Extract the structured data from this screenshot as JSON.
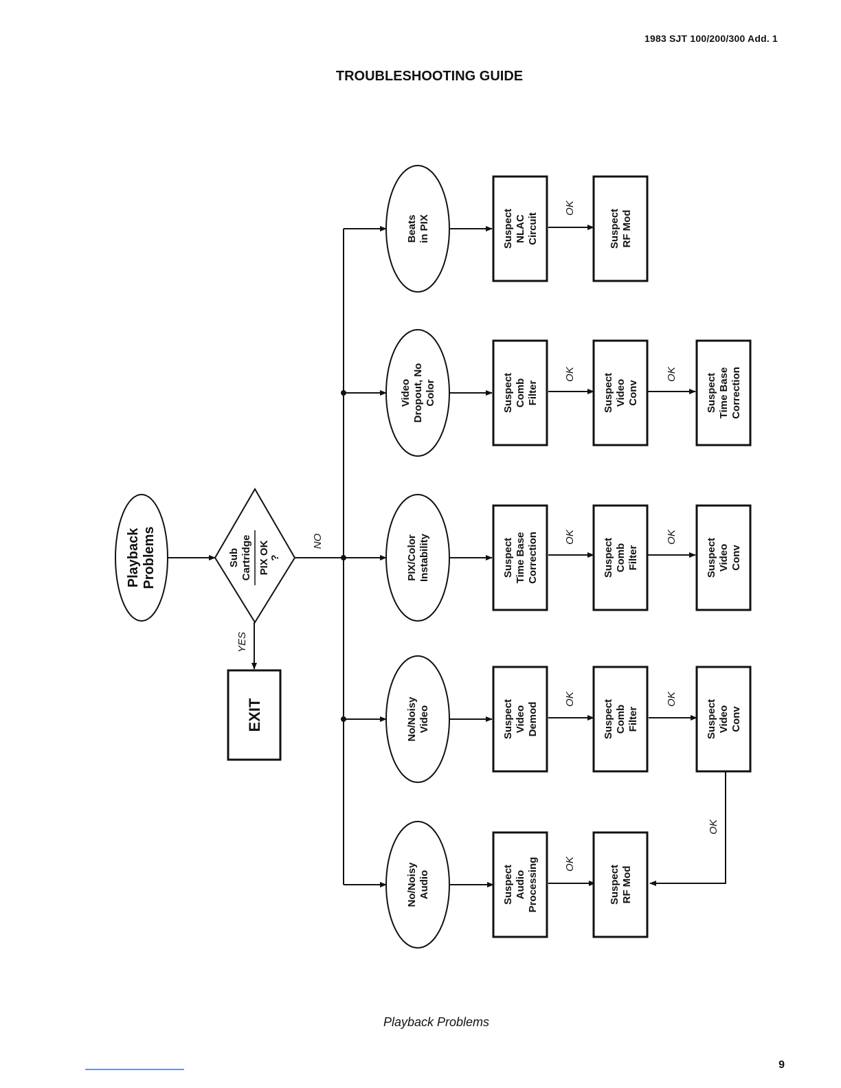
{
  "header": {
    "doc_id": "1983 SJT 100/200/300 Add. 1",
    "title": "TROUBLESHOOTING GUIDE"
  },
  "footer": {
    "caption": "Playback Problems",
    "page_number": "9"
  },
  "diagram": {
    "start": [
      "Playback",
      "Problems"
    ],
    "decision": [
      "Sub",
      "Cartridge",
      "PIX OK",
      "?"
    ],
    "exit": "EXIT",
    "labels": {
      "yes": "YES",
      "no": "NO",
      "ok": "OK"
    },
    "branches": [
      {
        "symptom": [
          "Beats",
          "in PIX"
        ],
        "steps": [
          [
            "Suspect",
            "NLAC",
            "Circuit"
          ],
          [
            "Suspect",
            "RF Mod"
          ]
        ]
      },
      {
        "symptom": [
          "Video",
          "Dropout, No",
          "Color"
        ],
        "steps": [
          [
            "Suspect",
            "Comb",
            "Filter"
          ],
          [
            "Suspect",
            "Video",
            "Conv"
          ],
          [
            "Suspect",
            "Time Base",
            "Correction"
          ]
        ]
      },
      {
        "symptom": [
          "PIX/Color",
          "Instability"
        ],
        "steps": [
          [
            "Suspect",
            "Time Base",
            "Correction"
          ],
          [
            "Suspect",
            "Comb",
            "Filter"
          ],
          [
            "Suspect",
            "Video",
            "Conv"
          ]
        ]
      },
      {
        "symptom": [
          "No/Noisy",
          "Video"
        ],
        "steps": [
          [
            "Suspect",
            "Video",
            "Demod"
          ],
          [
            "Suspect",
            "Comb",
            "Filter"
          ],
          [
            "Suspect",
            "Video",
            "Conv"
          ]
        ]
      },
      {
        "symptom": [
          "No/Noisy",
          "Audio"
        ],
        "steps": [
          [
            "Suspect",
            "Audio",
            "Processing"
          ],
          [
            "Suspect",
            "RF Mod"
          ]
        ]
      }
    ]
  }
}
